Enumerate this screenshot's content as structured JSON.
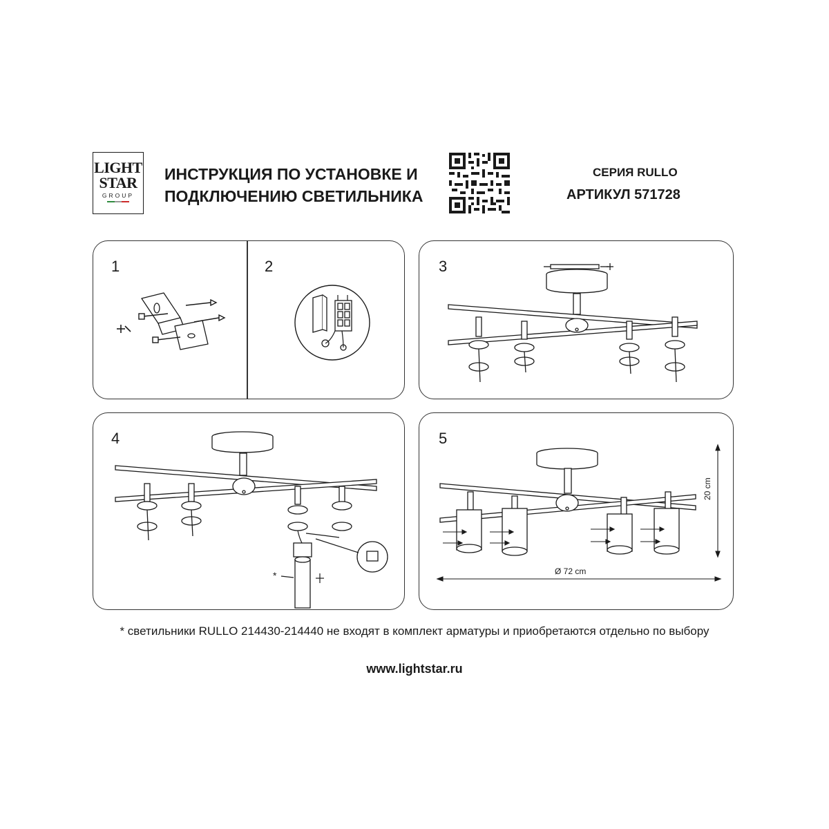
{
  "brand": {
    "logo_line1": "LIGHT",
    "logo_line2": "STAR",
    "logo_line3": "GROUP",
    "flag_colors": [
      "#2e8b3e",
      "#ffffff",
      "#cc2a2a"
    ]
  },
  "header": {
    "title_line1": "ИНСТРУКЦИЯ ПО УСТАНОВКЕ И",
    "title_line2": "ПОДКЛЮЧЕНИЮ СВЕТИЛЬНИКА",
    "series": "СЕРИЯ RULLO",
    "article": "АРТИКУЛ 571728",
    "qr_icon": "qr-code-icon"
  },
  "steps": [
    {
      "number": "1"
    },
    {
      "number": "2"
    },
    {
      "number": "3"
    },
    {
      "number": "4"
    },
    {
      "number": "5"
    }
  ],
  "dimensions": {
    "height": "20 cm",
    "diameter": "Ø 72 cm",
    "marker": "*"
  },
  "footer": {
    "note": "* светильники RULLO 214430-214440 не входят в комплект арматуры и приобретаются отдельно по выбору",
    "website": "www.lightstar.ru"
  }
}
